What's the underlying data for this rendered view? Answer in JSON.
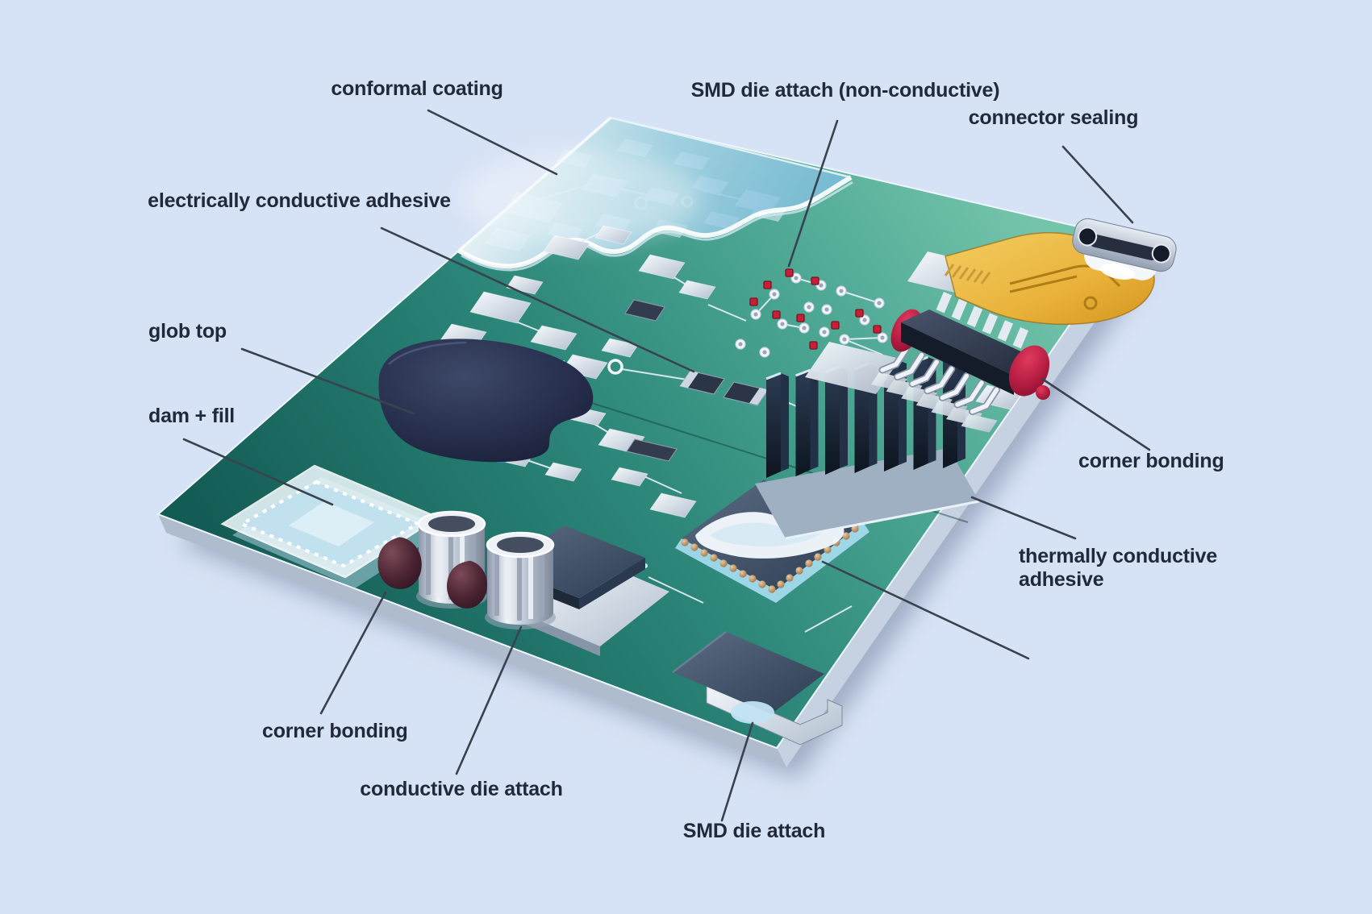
{
  "labels": {
    "conformal_coating": "conformal coating",
    "smd_die_attach_non_conductive": "SMD die attach (non-conductive)",
    "connector_sealing": "connector sealing",
    "electrically_conductive_adhesive": "electrically conductive adhesive",
    "glob_top": "glob top",
    "dam_plus_fill": "dam + fill",
    "corner_bonding_right": "corner bonding",
    "thermally_conductive_adhesive": "thermally conductive adhesive",
    "corner_bonding_left": "corner bonding",
    "conductive_die_attach": "conductive die attach",
    "smd_die_attach": "SMD die attach"
  },
  "colors": {
    "background": "#d6e2f5",
    "board_teal_light": "#74c4ab",
    "board_teal_dark": "#135c55",
    "conformal_coating_blue": "#aed7ee",
    "label_text": "#202a3a",
    "leader_line": "#39434f",
    "pad_silver": "#dbe4ee",
    "smd_adhesive_red": "#c81f35",
    "corner_bonding_maroon": "#5a2c3c",
    "ic_corner_bond_red": "#c22247",
    "glob_top_navy": "#232b45",
    "flex_cable_gold": "#edbd45",
    "heatsink_dark": "#16222f",
    "underfill_white": "#f2f9fd",
    "connector_seal_white": "#ffffff",
    "die_slate_blue": "#3e5066",
    "die_attach_cyan": "#c4ecf9",
    "solder_ball_gold": "#c79b6d"
  }
}
